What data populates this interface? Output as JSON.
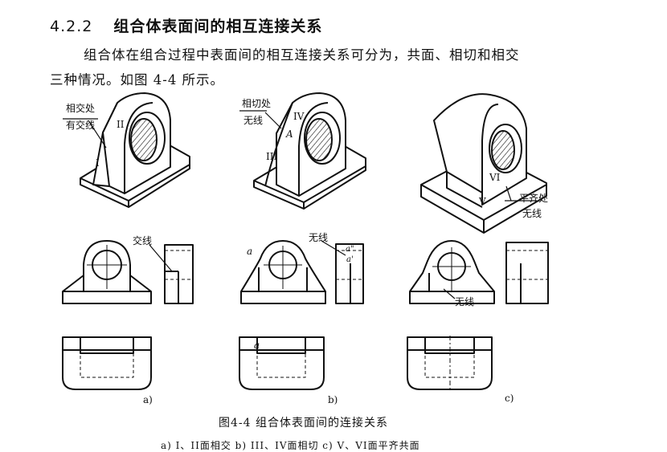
{
  "section": {
    "number": "4.2.2",
    "title": "组合体表面间的相互连接关系"
  },
  "paragraph": {
    "line1": "组合体在组合过程中表面间的相互连接关系可分为，共面、相切和相交",
    "line2": "三种情况。如图 4-4 所示。"
  },
  "figure": {
    "iso_a": {
      "label_top": "相交处",
      "label_bottom": "有交线",
      "roman_1": "I",
      "roman_2": "II"
    },
    "iso_b": {
      "label_top": "相切处",
      "label_bottom": "无线",
      "roman_3": "III",
      "roman_4": "IV",
      "point": "A"
    },
    "iso_c": {
      "roman_6": "VI",
      "roman_5": "V",
      "label_top": "平齐处",
      "label_bottom": "无线"
    },
    "view_a_label": "交线",
    "view_b_label": "无线",
    "view_b_a1": "a",
    "view_b_a2": "a\"",
    "view_b_a3": "a'",
    "view_b_a4": "a",
    "view_c_label": "无线",
    "sub_a": "a)",
    "sub_b": "b)",
    "sub_c": "c)"
  },
  "caption": {
    "main": "图4-4   组合体表面间的连接关系",
    "sub": "a) I、II面相交   b) III、IV面相切   c) V、VI面平齐共面"
  }
}
